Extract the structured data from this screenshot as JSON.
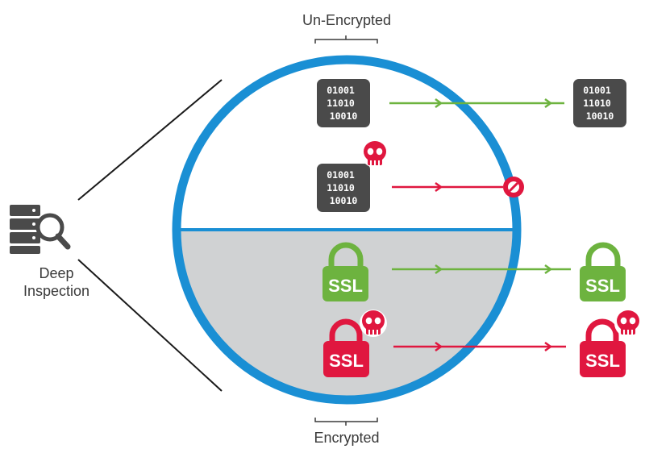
{
  "labels": {
    "top": "Un-Encrypted",
    "bottom": "Encrypted",
    "left_line1": "Deep",
    "left_line2": "Inspection"
  },
  "binary_block": {
    "line1": "01001",
    "line2": "11010",
    "line3": "10010"
  },
  "ssl_label": "SSL",
  "colors": {
    "circle_blue": "#1a8fd4",
    "green": "#6db33f",
    "red": "#e0173f",
    "dark_gray": "#4a4a4a",
    "encrypted_bg": "#d0d2d3",
    "label_text": "#3a3a3a"
  },
  "icons": [
    "server-search-icon",
    "binary-data-icon",
    "skull-icon",
    "ssl-lock-icon",
    "blocked-icon",
    "arrow-icon"
  ]
}
